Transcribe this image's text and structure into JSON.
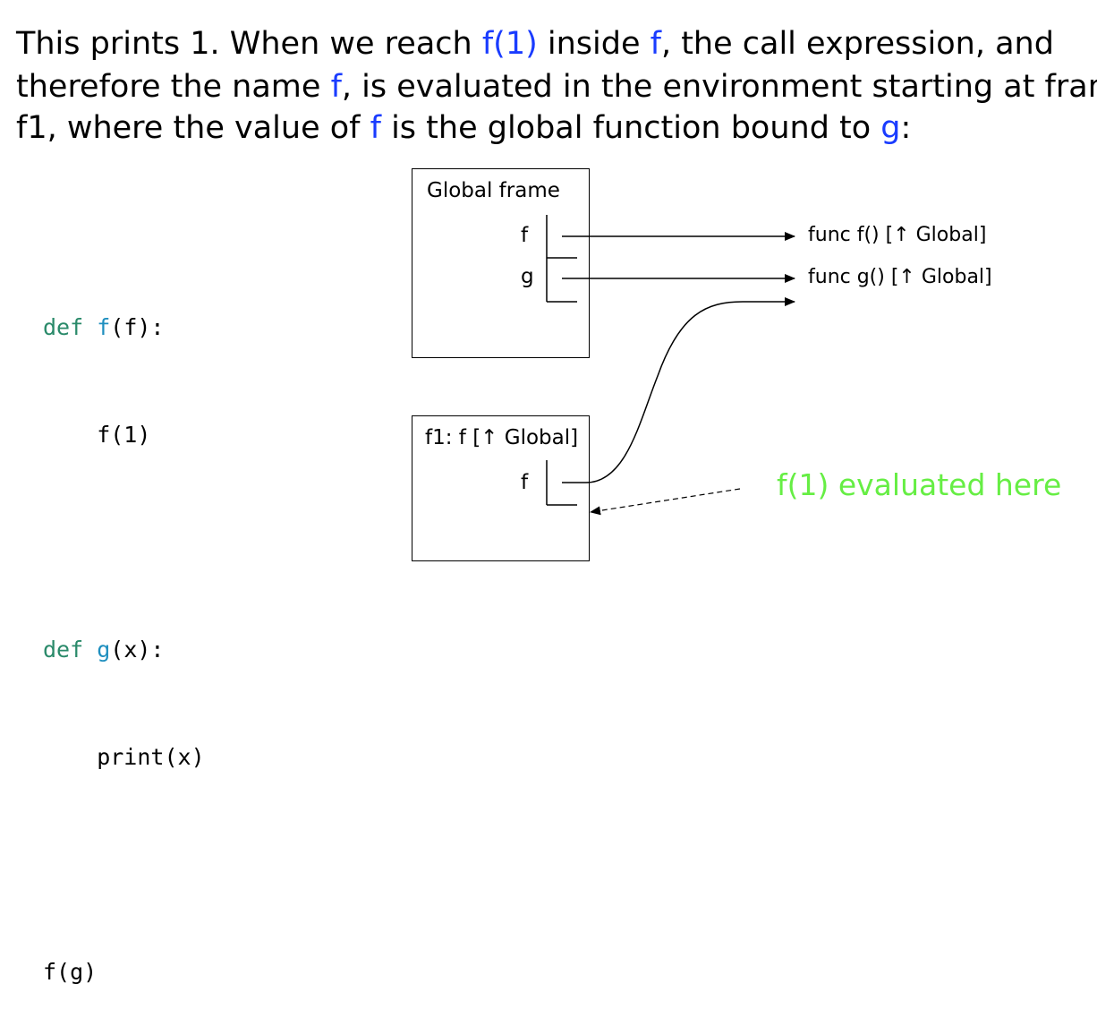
{
  "paragraph": {
    "line1": [
      {
        "text": "This prints 1.  When we reach ",
        "hl": false
      },
      {
        "text": "f(1)",
        "hl": true
      },
      {
        "text": " inside ",
        "hl": false
      },
      {
        "text": "f",
        "hl": true
      },
      {
        "text": ", the call expression, and",
        "hl": false
      }
    ],
    "line2": [
      {
        "text": "therefore the name ",
        "hl": false
      },
      {
        "text": "f",
        "hl": true
      },
      {
        "text": ", is evaluated in the environment starting at frame",
        "hl": false
      }
    ],
    "line3": [
      {
        "text": "f1, where the value of ",
        "hl": false
      },
      {
        "text": "f",
        "hl": true
      },
      {
        "text": " is the global function bound to ",
        "hl": false
      },
      {
        "text": "g",
        "hl": true
      },
      {
        "text": ":",
        "hl": false
      }
    ]
  },
  "code": {
    "l1_kw": "def",
    "l1_fn": "f",
    "l1_rest": "(f):",
    "l2": "    f(1)",
    "l4_kw": "def",
    "l4_fn": "g",
    "l4_rest": "(x):",
    "l5": "    print(x)",
    "l7": "f(g)"
  },
  "global_frame": {
    "title": "Global frame",
    "var_f": "f",
    "var_g": "g"
  },
  "functions": {
    "func_f": "func f() [↑ Global]",
    "func_g": "func g() [↑ Global]"
  },
  "f1_frame": {
    "title": "f1: f  [↑ Global]",
    "var_f": "f"
  },
  "note": "f(1) evaluated here",
  "colors": {
    "highlight": "#1a3cff",
    "note": "#66ee44",
    "keyword": "#2a8a6a",
    "function_name": "#1f8fbf"
  }
}
